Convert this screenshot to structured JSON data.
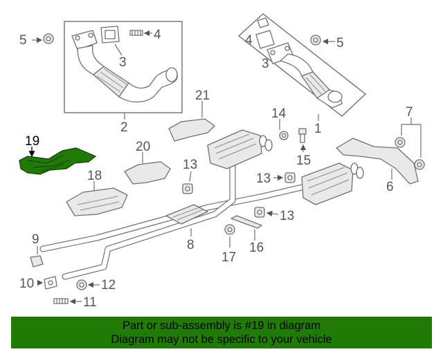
{
  "diagram": {
    "highlight_color": "#1f7a06",
    "callouts": {
      "c1": "1",
      "c2": "2",
      "c3a": "3",
      "c3b": "3",
      "c4a": "4",
      "c4b": "4",
      "c5a": "5",
      "c5b": "5",
      "c6": "6",
      "c7": "7",
      "c8": "8",
      "c9": "9",
      "c10": "10",
      "c11": "11",
      "c12": "12",
      "c13a": "13",
      "c13b": "13",
      "c13c": "13",
      "c14": "14",
      "c15": "15",
      "c16": "16",
      "c17": "17",
      "c18": "18",
      "c19": "19",
      "c20": "20",
      "c21": "21"
    }
  },
  "banner": {
    "line1": "Part or sub-assembly is #19 in diagram",
    "line2": "Diagram may not be specific to your vehicle",
    "background": "#1f7a06"
  }
}
